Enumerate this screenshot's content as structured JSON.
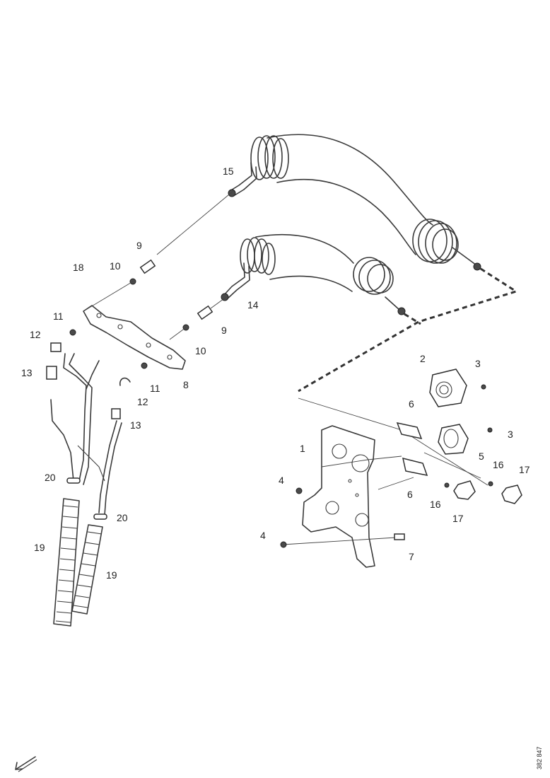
{
  "document_id": "382 847",
  "callouts": {
    "c15": "15",
    "c9a": "9",
    "c10a": "10",
    "c18": "18",
    "c11a": "11",
    "c12a": "12",
    "c13a": "13",
    "c14": "14",
    "c9b": "9",
    "c10b": "10",
    "c8": "8",
    "c11b": "11",
    "c12b": "12",
    "c13b": "13",
    "c2": "2",
    "c3a": "3",
    "c6a": "6",
    "c1": "1",
    "c5": "5",
    "c3b": "3",
    "c16a": "16",
    "c17a": "17",
    "c4a": "4",
    "c6b": "6",
    "c16b": "16",
    "c17b": "17",
    "c4b": "4",
    "c7": "7",
    "c20a": "20",
    "c20b": "20",
    "c19a": "19",
    "c19b": "19"
  },
  "icons": {
    "orientation": "arrow-icon"
  }
}
